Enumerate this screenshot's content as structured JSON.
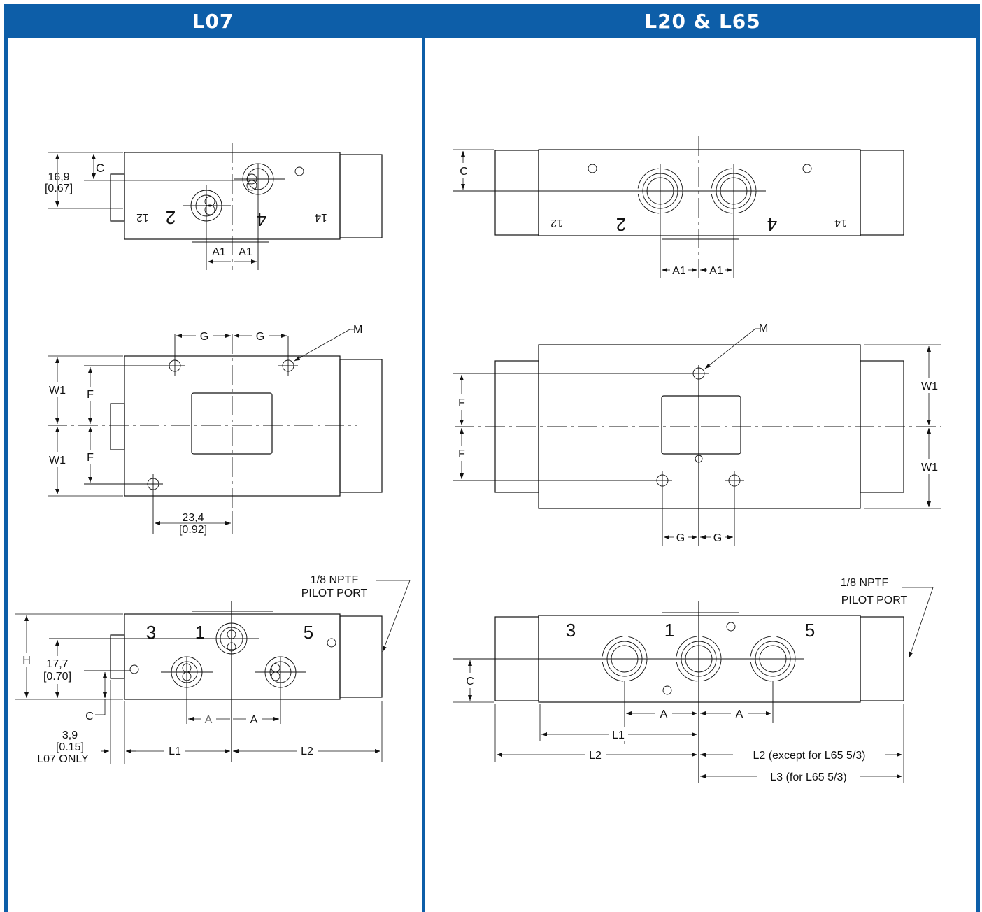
{
  "headers": {
    "left": "L07",
    "right": "L20 & L65"
  },
  "colors": {
    "accent": "#0d5ea8",
    "line": "#111111",
    "background": "#ffffff"
  },
  "labels": {
    "C": "C",
    "A1": "A1",
    "G": "G",
    "M": "M",
    "W1": "W1",
    "F": "F",
    "H": "H",
    "A": "A",
    "L1": "L1",
    "L2": "L2",
    "dim_16_9": "16,9",
    "dim_0_67": "[0.67]",
    "dim_23_4": "23,4",
    "dim_0_92": "[0.92]",
    "dim_17_7": "17,7",
    "dim_0_70": "[0.70]",
    "dim_3_9": "3,9",
    "dim_0_15": "[0.15]",
    "l07_only": "L07 ONLY",
    "pilot_1": "1/8 NPTF",
    "pilot_2": "PILOT PORT",
    "L2_except": "L2 (except for L65 5/3)",
    "L3_for": "L3 (for L65 5/3)"
  },
  "ports": {
    "p1": "1",
    "p2": "2",
    "p3": "3",
    "p4": "4",
    "p5": "5",
    "p12": "12",
    "p14": "14"
  }
}
